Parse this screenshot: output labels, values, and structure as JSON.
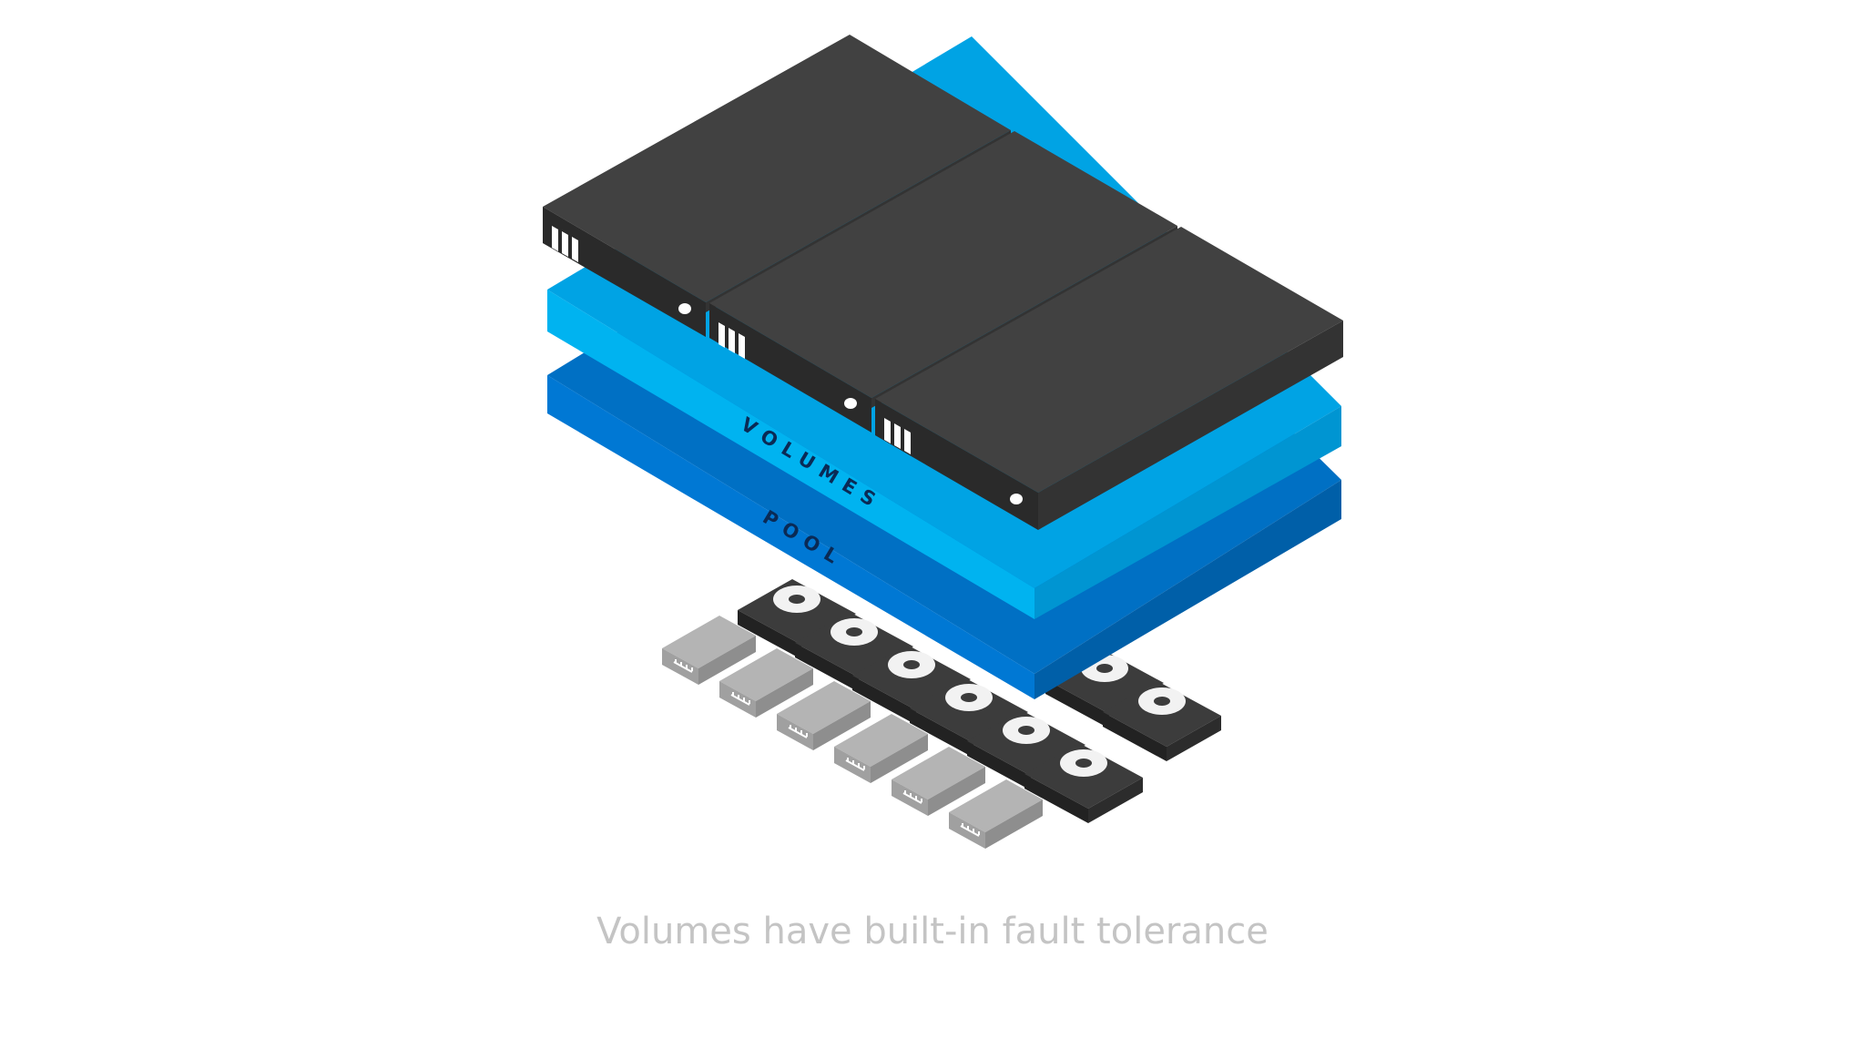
{
  "layers": {
    "volumes_label": "VOLUMES",
    "pool_label": "POOL"
  },
  "caption": "Volumes have built-in fault tolerance",
  "colors": {
    "server_top": "#414141",
    "server_left": "#2a2a2a",
    "server_right": "#333333",
    "volumes_top": "#00a3e4",
    "volumes_left": "#00b3f0",
    "volumes_right": "#0095d2",
    "pool_top": "#0070c4",
    "pool_left": "#0078d4",
    "pool_right": "#005fa8",
    "hdd_top": "#3c3c3c",
    "ssd_top": "#b4b4b4",
    "caption": "#c4c4c4"
  },
  "servers": {
    "count": 3,
    "icons": [
      "drive-bays-icon",
      "power-led-icon"
    ]
  },
  "drives": {
    "hdd_icon": "disk-platter-icon",
    "ssd_icon": "ssd-connector-icon"
  }
}
